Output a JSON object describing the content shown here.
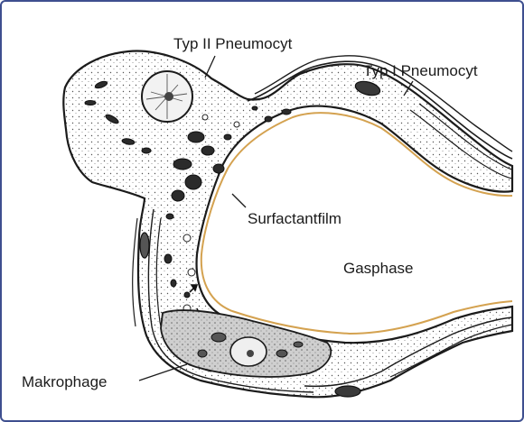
{
  "labels": {
    "typ2": "Typ II Pneumocyt",
    "typ1": "Typ I Pneumocyt",
    "surfactant": "Surfactantfilm",
    "gasphase": "Gasphase",
    "makrophage": "Makrophage"
  },
  "colors": {
    "frame": "#3e4f8f",
    "surfactant_line": "#d4a250",
    "ink": "#1b1b1b",
    "macrophage_fill": "#c9c9c9"
  }
}
